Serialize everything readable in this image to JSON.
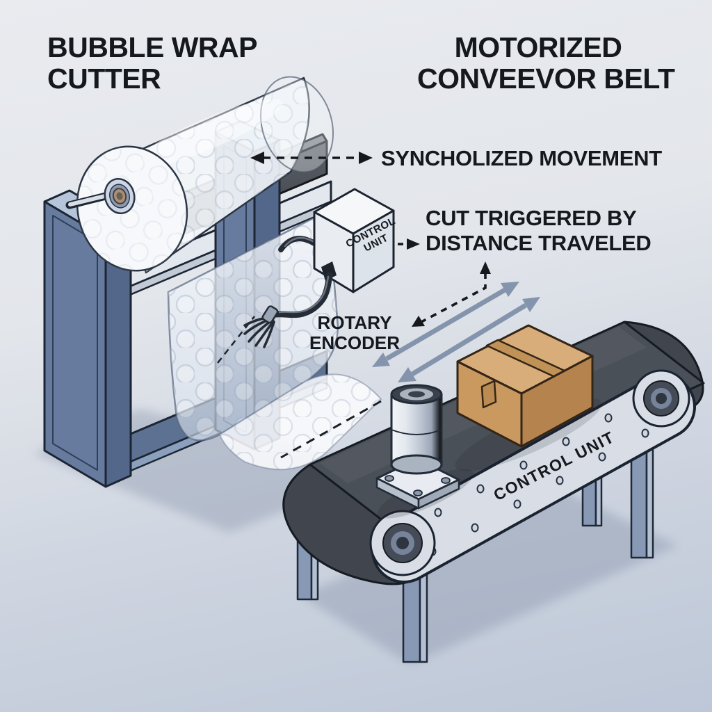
{
  "titles": {
    "left": {
      "line1": "BUBBLE WRAP",
      "line2": "CUTTER"
    },
    "right": {
      "line1": "MOTORIZED",
      "line2": "CONVEEVOR BELT"
    }
  },
  "annotations": {
    "sync": "SYNCHOLIZED MOVEMENT",
    "cut1": "CUT TRIGGERED BY",
    "cut2": "DISTANCE TRAVELED",
    "rotary1": "ROTARY",
    "rotary2": "ENCODER"
  },
  "equipment_labels": {
    "control_box_line1": "CONTROL",
    "control_box_line2": "UNIT",
    "conveyor_side": "CONTROL UNIT"
  },
  "colors": {
    "background_top": "#e9ebef",
    "background_bottom": "#bdc7d7",
    "steel_blue": "#667b9d",
    "steel_blue_dark": "#53678a",
    "steel_highlight": "#b7c5da",
    "cutter_bar_dark": "#3f444b",
    "belt_dark": "#4a5058",
    "frame_silver": "#d9dee6",
    "cardboard": "#cd9f66",
    "arrow_blue": "#8494ac",
    "ink": "#15181d"
  }
}
